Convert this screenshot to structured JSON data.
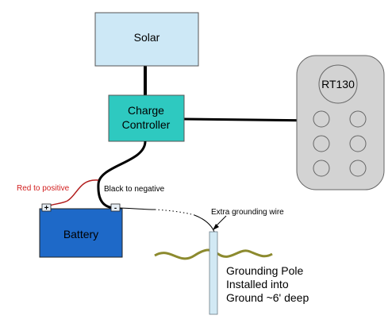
{
  "components": {
    "solar": {
      "label": "Solar"
    },
    "charge_controller": {
      "label_line1": "Charge",
      "label_line2": "Controller"
    },
    "rt130": {
      "label": "RT130"
    },
    "battery": {
      "label": "Battery",
      "positive_symbol": "+",
      "negative_symbol": "-"
    }
  },
  "annotations": {
    "red_wire": "Red to positive",
    "black_wire": "Black to negative",
    "extra_ground": "Extra grounding wire",
    "pole_line1": "Grounding Pole",
    "pole_line2": "Installed into",
    "pole_line3": "Ground ~6' deep"
  },
  "colors": {
    "solar_fill": "#cde8f6",
    "controller_fill": "#2ec9c0",
    "rt130_fill": "#d3d3d3",
    "battery_fill": "#1e69c8",
    "red_wire": "#b11b1b",
    "ground_line": "#8c8a2e",
    "pole_fill": "#d2e9f4"
  }
}
